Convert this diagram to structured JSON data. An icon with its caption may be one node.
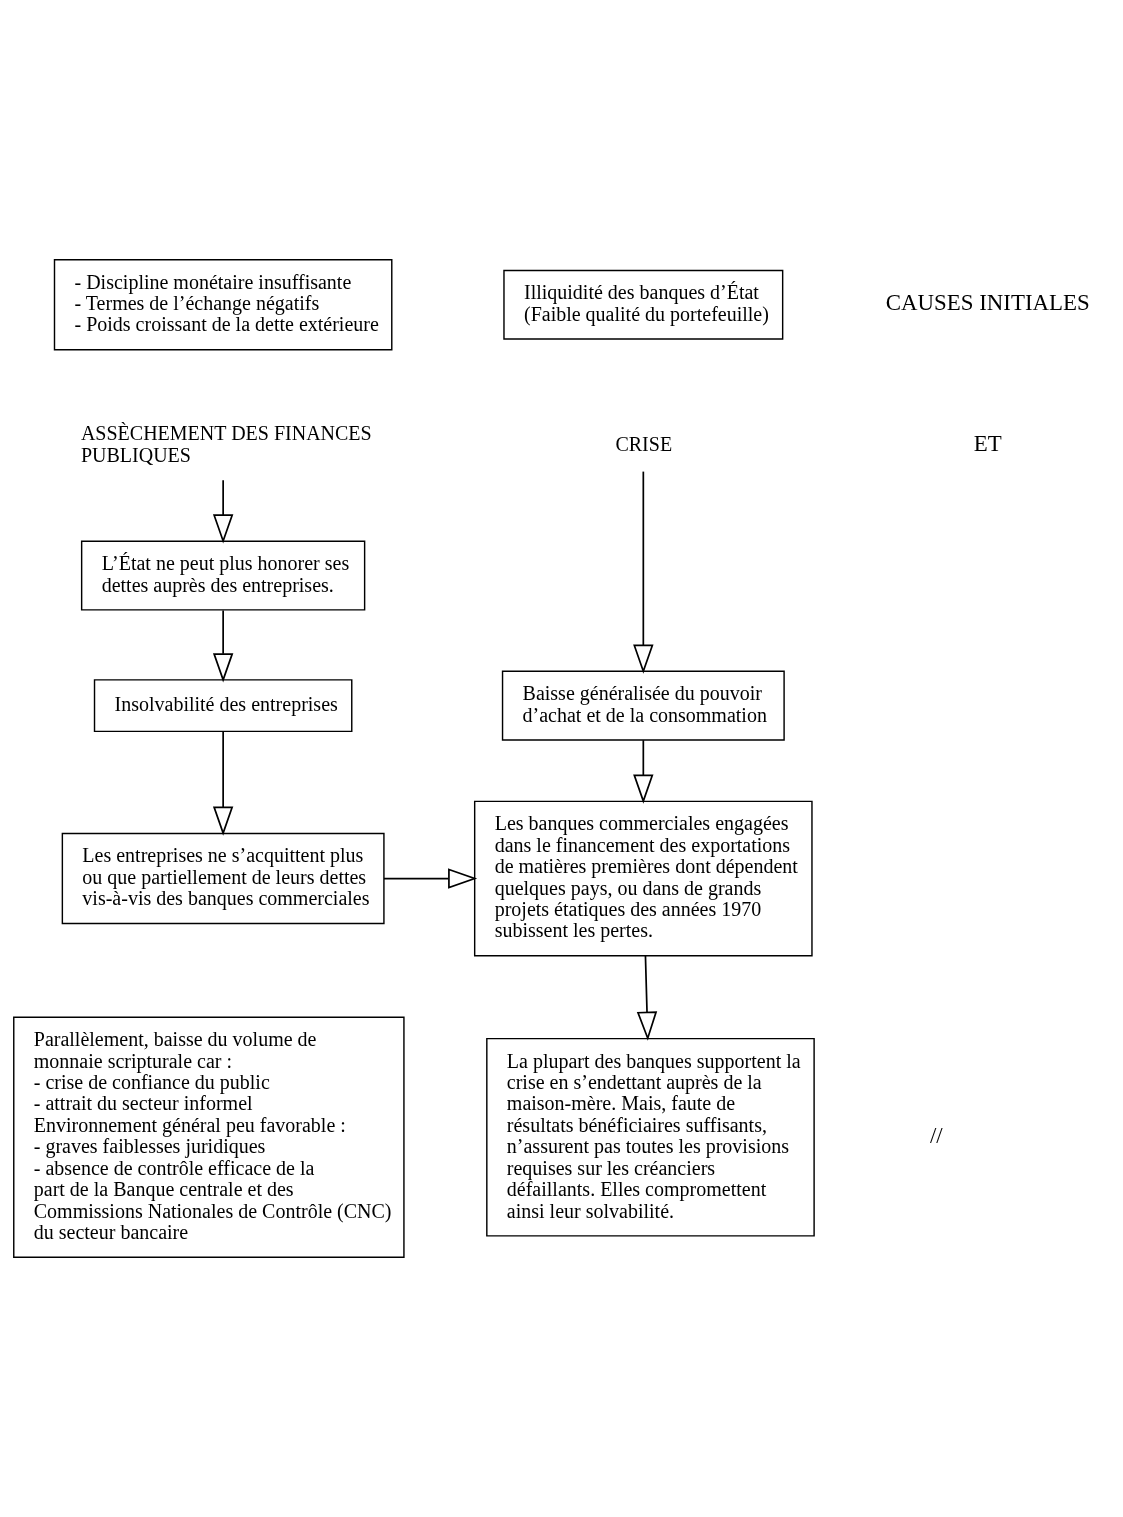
{
  "diagram": {
    "nodes": [
      {
        "text": [
          "Illiquidité des banques d’État (Faible qualité du portefeuille)"
        ]
      },
      {
        "text": [
          "- Discipline monétaire insuffisante",
          "- Termes de l’échange négatifs",
          "- Poids croissant de la dette extérieure"
        ]
      },
      {
        "text": [
          "CRISE"
        ]
      },
      {
        "text": [
          "ASSÈCHEMENT DES FINANCES PUBLIQUES"
        ]
      },
      {
        "text": [
          "Baisse généralisée du pouvoir d’achat et de la consommation"
        ]
      },
      {
        "text": [
          "L’État ne peut plus honorer ses dettes auprès des entreprises."
        ]
      },
      {
        "text": [
          "Les banques commerciales engagées dans le financement des exportations de matières premières dont dépendent quelques pays, ou dans de grands projets étatiques des années 1970 subissent les pertes."
        ]
      },
      {
        "text": [
          "Insolvabilité des entreprises"
        ]
      },
      {
        "text": [
          "Les entreprises ne s’acquittent plus ou que partiellement de leurs dettes vis-à-vis des banques commerciales"
        ]
      },
      {
        "text": [
          "La plupart des banques supportent la crise en s’endettant auprès de la maison-mère. Mais, faute de résultats bénéficiaires suffisants, n’assurent pas toutes les provisions requises sur les créanciers défaillants. Elles compromettent ainsi leur solvabilité."
        ]
      },
      {
        "text": [
          "Parallèlement, baisse du volume de monnaie scripturale car :",
          "- crise de confiance du public",
          "- attrait du secteur informel",
          "Environnement général peu favorable :",
          "- graves faiblesses juridiques",
          "- absence de contrôle efficace de la part de la Banque centrale et des Commissions Nationales de Contrôle (CNC) du secteur bancaire"
        ]
      }
    ],
    "edges": [
      {
        "from": 2,
        "to": 4,
        "arrow": "to"
      },
      {
        "from": 3,
        "to": 5,
        "arrow": "to"
      },
      {
        "from": 4,
        "to": 6,
        "arrow": "to"
      },
      {
        "from": 5,
        "to": 7,
        "arrow": "to"
      },
      {
        "from": 7,
        "to": 8,
        "arrow": "to"
      },
      {
        "from": 8,
        "to": 6,
        "arrow": "to"
      },
      {
        "from": 6,
        "to": 9,
        "arrow": "to"
      }
    ],
    "labels": [
      "CAUSES INITIALES",
      "ET",
      "//"
    ]
  }
}
